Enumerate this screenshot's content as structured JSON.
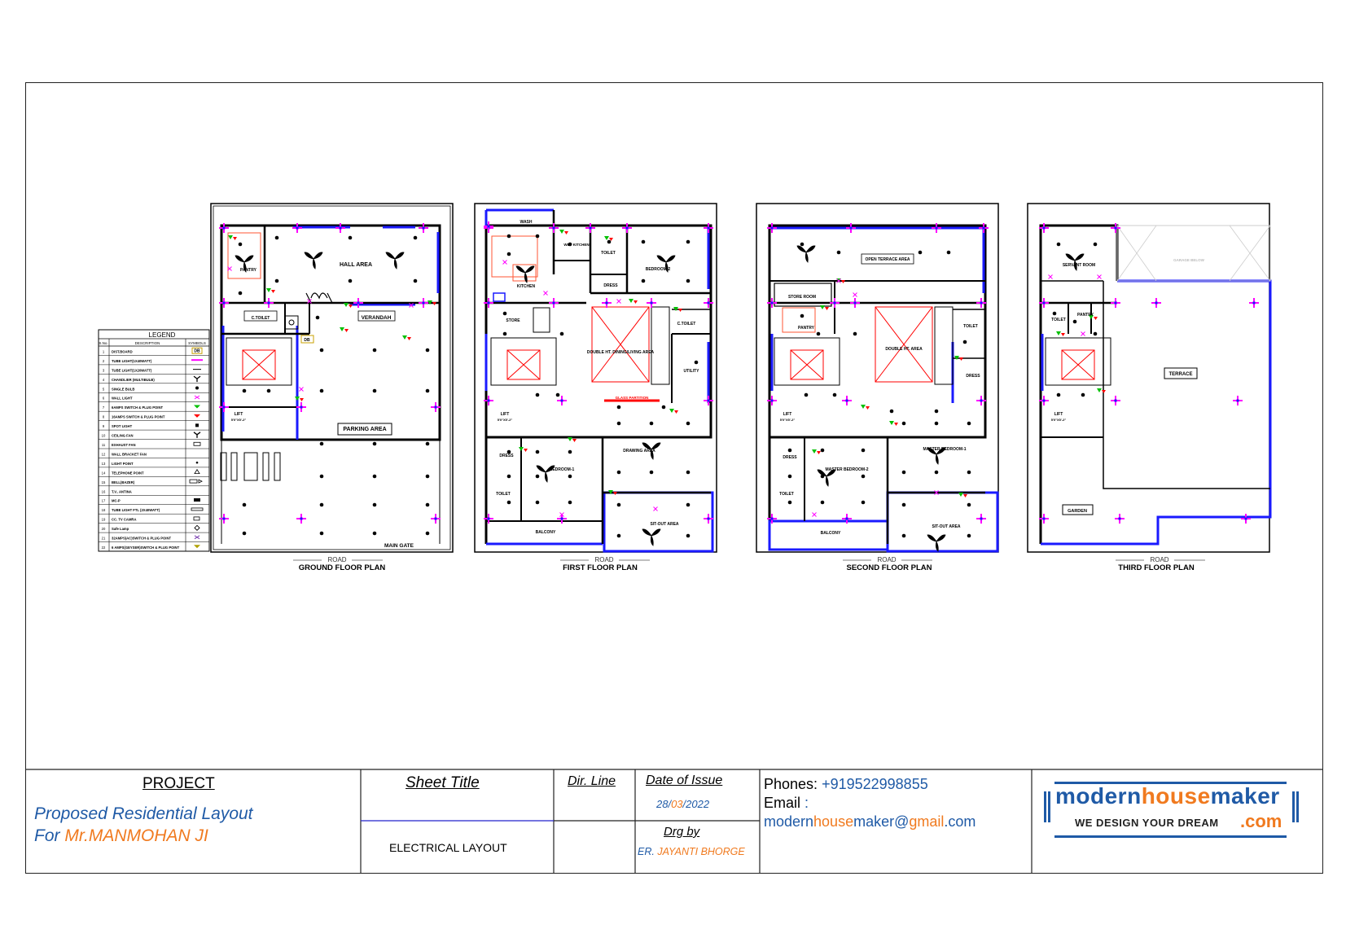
{
  "legend": {
    "title": "LEGEND",
    "headers": [
      "S.No.",
      "DESCRIPTION",
      "SYMBOLS"
    ],
    "rows": [
      [
        "1",
        "DIST.BOARD",
        "DB"
      ],
      [
        "2",
        "TUBE LIGHT(1X40WATT)",
        ""
      ],
      [
        "3",
        "TUBE LIGHT(1X20WATT)",
        ""
      ],
      [
        "4",
        "CHANDLIER (MULTIBULB)",
        ""
      ],
      [
        "5",
        "SINGLE BULB",
        ""
      ],
      [
        "6",
        "WALL LIGHT",
        ""
      ],
      [
        "7",
        "6AMPS SWITCH & PLUG POINT",
        ""
      ],
      [
        "8",
        "16AMPS SWITCH & PLUG POINT",
        ""
      ],
      [
        "9",
        "SPOT LIGHT",
        ""
      ],
      [
        "10",
        "CEILING FAN",
        ""
      ],
      [
        "11",
        "EXHAUST FAN",
        ""
      ],
      [
        "12",
        "WALL BRACKET FAN",
        ""
      ],
      [
        "13",
        "LIGHT POINT",
        ""
      ],
      [
        "14",
        "TELEPHONE POINT",
        ""
      ],
      [
        "15",
        "BELL(BAZER)",
        ""
      ],
      [
        "16",
        "T.V.. ANTINA",
        ""
      ],
      [
        "17",
        "MC-P",
        ""
      ],
      [
        "18",
        "TUBE LIGHT FTL (2X40WATT)",
        ""
      ],
      [
        "19",
        "CC. TV CAMRA",
        ""
      ],
      [
        "20",
        "Safe Lamp",
        ""
      ],
      [
        "21",
        "32AMPS(AC)SWITCH & PLUG POINT",
        ""
      ],
      [
        "22",
        "6 AMPS(GEYSER)SWITCH & PLUG POINT",
        ""
      ]
    ]
  },
  "plans": [
    {
      "title": "GROUND FLOOR PLAN",
      "road": "ROAD",
      "rooms": [
        "HALL AREA",
        "PANTRY",
        "C.TOILET",
        "VERANDAH",
        "DB",
        "LIFT",
        "5'0\"X5'-2\"",
        "PARKING AREA",
        "MAIN GATE"
      ]
    },
    {
      "title": "FIRST FLOOR PLAN",
      "road": "ROAD",
      "rooms": [
        "WASH",
        "WET KITCHEN",
        "TOILET",
        "BEDROOM-2",
        "KITCHEN",
        "DRESS",
        "STORE",
        "C.TOILET",
        "DOUBLE HT. DINING/LIVING AREA",
        "UTILITY",
        "LIFT",
        "5'0\"X5'-2\"",
        "DRESS",
        "BEDROOM-1",
        "TOILET",
        "DRAWING AREA",
        "BALCONY",
        "SIT-OUT AREA",
        "GLASS PARTITION"
      ]
    },
    {
      "title": "SECOND FLOOR PLAN",
      "road": "ROAD",
      "rooms": [
        "OPEN TERRACE AREA",
        "STORE ROOM",
        "PANTRY",
        "DOUBLE HT. AREA",
        "TOILET",
        "DRESS",
        "LIFT",
        "5'0\"X5'-2\"",
        "DRESS",
        "MASTER BEDROOM-2",
        "MASTER BEDROOM-1",
        "TOILET",
        "BALCONY",
        "SIT-OUT AREA"
      ]
    },
    {
      "title": "THIRD FLOOR PLAN",
      "road": "ROAD",
      "rooms": [
        "SERVANT ROOM",
        "TOILET",
        "PANTRY",
        "LIFT",
        "5'0\"X5'-2\"",
        "TERRACE",
        "GARDEN",
        "GARAGE BELOW"
      ]
    }
  ],
  "titleblock": {
    "project_label": "PROJECT",
    "project_line1": "Proposed Residential Layout",
    "project_line2_prefix": "For ",
    "project_line2_name": "Mr.MANMOHAN JI",
    "sheet_title_label": "Sheet Title",
    "sheet_title_value": "ELECTRICAL LAYOUT",
    "dir_line_label": "Dir. Line",
    "date_label": "Date of Issue",
    "date_day": "28/",
    "date_month": "03",
    "date_year": "/2022",
    "drg_by_label": "Drg by",
    "drg_by_prefix": "ER. ",
    "drg_by_name": "JAYANTI BHORGE",
    "phones_label": "Phones:",
    "phone": "+919522998855",
    "email_label": "Email",
    "email_colon": " :",
    "email_part1": "modern",
    "email_part2": "house",
    "email_part3": "maker@",
    "email_part4": "gmail",
    "email_part5": ".com",
    "logo_part1": "modern",
    "logo_part2": "house",
    "logo_part3": "maker",
    "logo_tagline": "WE DESIGN YOUR DREAM",
    "logo_com": ".com"
  },
  "colors": {
    "wall": "#000000",
    "glazing": "#1a1aff",
    "point_magenta": "#ff00ff",
    "switch_green": "#00c000",
    "switch_red": "#ff0000",
    "stair_cut": "#ff0000",
    "brand_blue": "#1f5aa6",
    "brand_orange": "#f07a1f"
  }
}
